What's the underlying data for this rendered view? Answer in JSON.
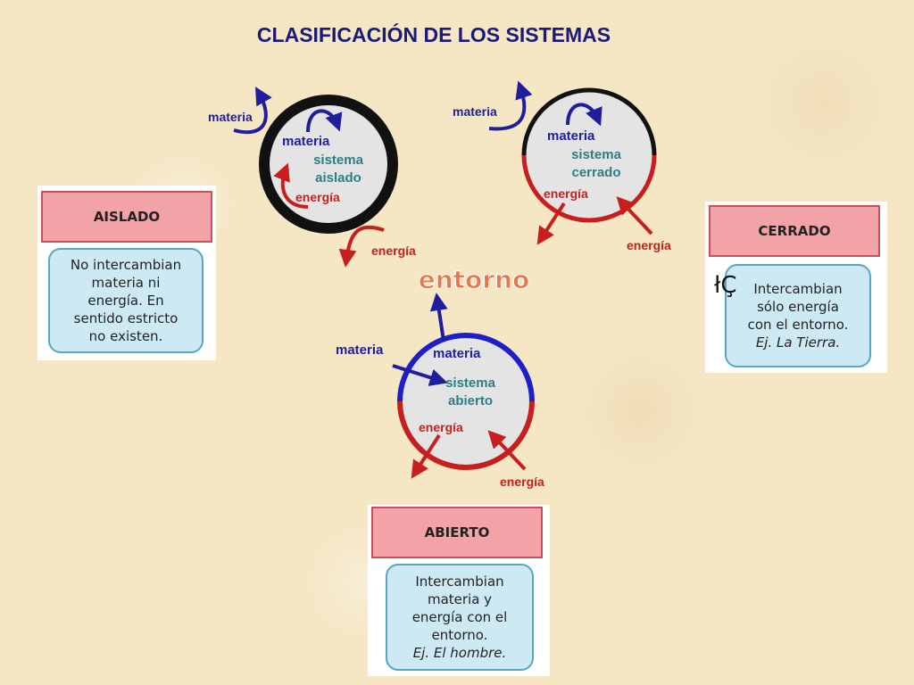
{
  "title": "CLASIFICACIÓN DE LOS SISTEMAS",
  "colors": {
    "title": "#1a1a7a",
    "materia": "#1f1f9e",
    "energia": "#c81e1e",
    "sistema": "#2a7f86",
    "entorno": "#e8764a"
  },
  "diagram": {
    "entorno_label": "entorno",
    "aislado": {
      "sistema": "sistema",
      "tipo": "aislado",
      "materia_in": "materia",
      "materia_out": "materia",
      "energia_in": "energía",
      "energia_out": "energía"
    },
    "cerrado": {
      "sistema": "sistema",
      "tipo": "cerrado",
      "materia_in": "materia",
      "materia_out": "materia",
      "energia_in": "energía",
      "energia_out": "energía"
    },
    "abierto": {
      "sistema": "sistema",
      "tipo": "abierto",
      "materia_in": "materia",
      "materia_out": "materia",
      "energia_in": "energía",
      "energia_out": "energía"
    }
  },
  "cards": {
    "aislado": {
      "heading": "AISLADO",
      "lines": [
        "No intercambian",
        "materia ni",
        "energía. En",
        "sentido estricto",
        "no existen."
      ]
    },
    "cerrado": {
      "heading": "CERRADO",
      "lines": [
        "Intercambian",
        "sólo energía",
        "con el entorno."
      ],
      "example": "Ej. La Tierra."
    },
    "abierto": {
      "heading": "ABIERTO",
      "lines": [
        "Intercambian",
        "materia y",
        "energía con el",
        "entorno."
      ],
      "example": "Ej. El hombre."
    }
  },
  "stray_text": "łÇ"
}
